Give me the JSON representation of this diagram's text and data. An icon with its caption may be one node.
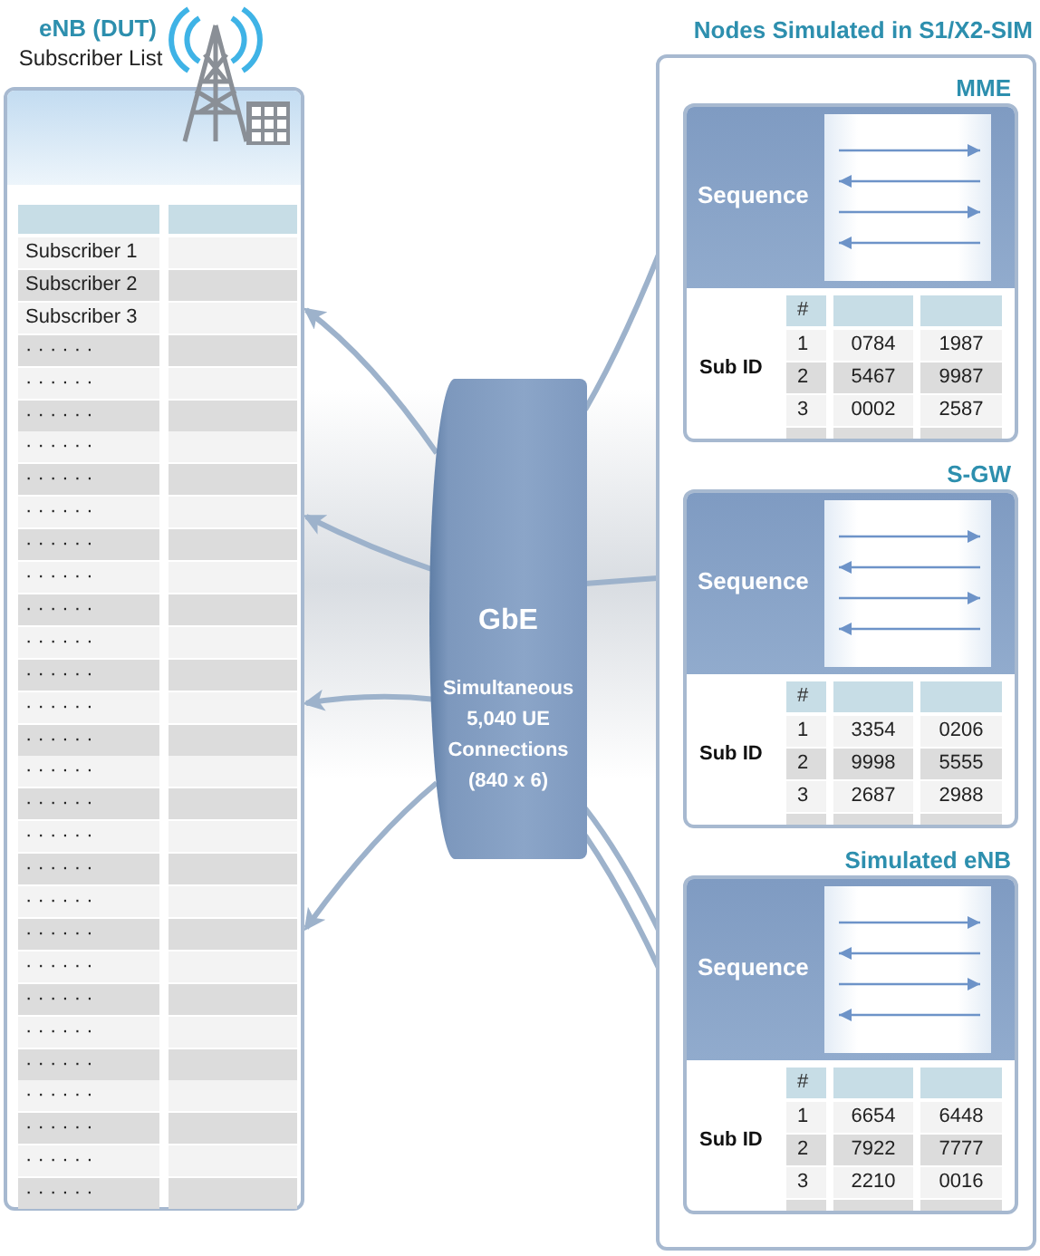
{
  "diagram": {
    "nodes": [
      {
        "text": [
          "eNB (DUT)",
          "Subscriber List"
        ]
      },
      {
        "text": [
          "GbE",
          "Simultaneous 5,040 UE Connections (840 x 6)"
        ]
      },
      {
        "text": [
          "Nodes Simulated in S1/X2-SIM"
        ]
      },
      {
        "text": [
          "MME"
        ],
        "in": 2
      },
      {
        "text": [
          "Sequence"
        ],
        "in": 3
      },
      {
        "text": [
          "S-GW"
        ],
        "in": 2
      },
      {
        "text": [
          "Sequence"
        ],
        "in": 5
      },
      {
        "text": [
          "Simulated eNB"
        ],
        "in": 2
      },
      {
        "text": [
          "Sequence"
        ],
        "in": 7
      }
    ],
    "edges": [
      {
        "from": 1,
        "to": 0,
        "arrow": "to"
      },
      {
        "from": 1,
        "to": 0,
        "arrow": "to"
      },
      {
        "from": 1,
        "to": 0,
        "arrow": "to"
      },
      {
        "from": 1,
        "to": 0,
        "arrow": "to"
      },
      {
        "from": 1,
        "to": 3,
        "arrow": "none"
      },
      {
        "from": 1,
        "to": 5,
        "arrow": "none"
      },
      {
        "from": 1,
        "to": 7,
        "arrow": "none"
      },
      {
        "from": 1,
        "to": 7,
        "arrow": "none"
      }
    ],
    "labels": [
      "Subscriber 1",
      "Subscriber 2",
      "Subscriber 3",
      "· · · · · ·",
      "· · · · · ·",
      "· · · · · ·",
      "· · · · · ·",
      "· · · · · ·",
      "· · · · · ·",
      "· · · · · ·",
      "· · · · · ·",
      "· · · · · ·",
      "· · · · · ·",
      "· · · · · ·",
      "· · · · · ·",
      "· · · · · ·",
      "· · · · · ·",
      "· · · · · ·",
      "· · · · · ·",
      "· · · · · ·",
      "· · · · · ·",
      "· · · · · ·",
      "· · · · · ·",
      "· · · · · ·",
      "· · · · · ·",
      "· · · · · ·",
      "· · · · · ·",
      "· · · · · ·",
      "· · · · · ·",
      "· · · · · ·",
      "#",
      "Sub ID",
      "1",
      "0784",
      "1987",
      "2",
      "5467",
      "9987",
      "3",
      "0002",
      "2587",
      "#",
      "Sub ID",
      "1",
      "3354",
      "0206",
      "2",
      "9998",
      "5555",
      "3",
      "2687",
      "2988",
      "#",
      "Sub ID",
      "1",
      "6654",
      "6448",
      "2",
      "7922",
      "7777",
      "3",
      "2210",
      "0016"
    ]
  }
}
